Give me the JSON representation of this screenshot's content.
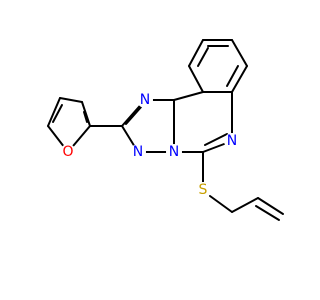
{
  "colors": {
    "bond": "#000000",
    "nitrogen": "#0000ff",
    "oxygen": "#ff0000",
    "sulfur": "#c8a000"
  },
  "atoms": {
    "n_imidazole_top": "N",
    "n_bridgehead": "N",
    "n_triazole_left": "N",
    "n_quinazoline": "N",
    "o_furan": "O",
    "s_thioether": "S"
  }
}
